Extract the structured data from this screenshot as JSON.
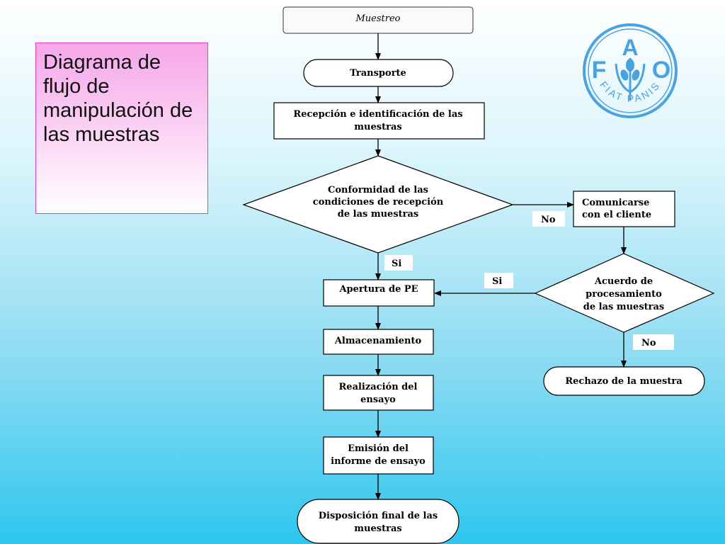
{
  "title": "Diagrama de flujo de manipulación de las muestras",
  "nodes": {
    "muestreo": "Muestreo",
    "transporte": "Transporte",
    "recepcion": [
      "Recepción e identificación de las",
      "muestras"
    ],
    "conformidad": [
      "Conformidad de las",
      "condiciones de recepción",
      "de las muestras"
    ],
    "comunicarse": [
      "Comunicarse",
      "con el cliente"
    ],
    "acuerdo": [
      "Acuerdo de",
      "procesamiento",
      "de las muestras"
    ],
    "apertura": "Apertura de PE",
    "almacenamiento": "Almacenamiento",
    "realizacion": [
      "Realización del",
      "ensayo"
    ],
    "emision": [
      "Emisión del",
      "informe de ensayo"
    ],
    "rechazo": "Rechazo de la muestra",
    "disposicion": [
      "Disposición final de las",
      "muestras"
    ]
  },
  "edge_labels": {
    "conformidad_no": "No",
    "conformidad_si": "Si",
    "acuerdo_si": "Si",
    "acuerdo_no": "No"
  },
  "logo": {
    "letters": [
      "F",
      "A",
      "O"
    ],
    "motto": "FIAT PANIS",
    "color": "#4aa3df"
  }
}
